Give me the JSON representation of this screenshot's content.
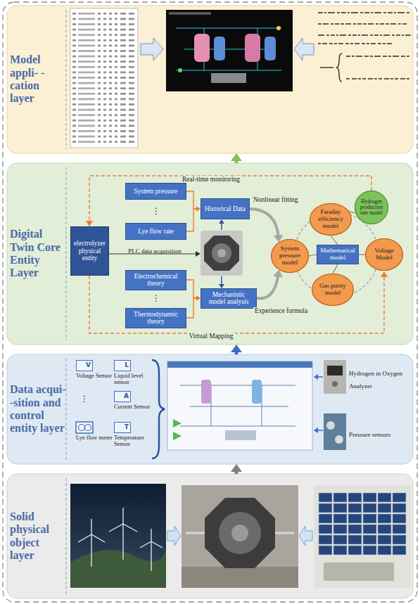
{
  "diagram": {
    "nodes": [
      {
        "text": [
          "Model appli- -cation layer"
        ]
      },
      {
        "text": [
          "Digital Twin Core Entity Layer"
        ]
      },
      {
        "text": [
          "System pressure"
        ],
        "in": 1
      },
      {
        "text": [
          "Lye flow rate"
        ],
        "in": 1
      },
      {
        "text": [
          "Historical Data"
        ],
        "in": 1
      },
      {
        "text": [
          "electrolyzer physical entity"
        ],
        "in": 1
      },
      {
        "text": [
          "Electrochemical theory"
        ],
        "in": 1
      },
      {
        "text": [
          "Thermodynamic theory"
        ],
        "in": 1
      },
      {
        "text": [
          "Mechanistic model analysis"
        ],
        "in": 1
      },
      {
        "text": [
          "Faraday efficiency model"
        ],
        "in": 1
      },
      {
        "text": [
          "Hydrogen production rate model"
        ],
        "in": 1
      },
      {
        "text": [
          "System pressure model"
        ],
        "in": 1
      },
      {
        "text": [
          "Mathematical model"
        ],
        "in": 1
      },
      {
        "text": [
          "Voltage Model"
        ],
        "in": 1
      },
      {
        "text": [
          "Gas purity model"
        ],
        "in": 1
      },
      {
        "text": [
          "Data acqui- -sition and control entity layer"
        ]
      },
      {
        "text": [
          "V",
          "Voltage Sensor"
        ],
        "in": 15
      },
      {
        "text": [
          "L",
          "Liquid level sensor"
        ],
        "in": 15
      },
      {
        "text": [
          "A",
          "Current Sensor"
        ],
        "in": 15
      },
      {
        "text": [
          "Lye flow meter"
        ],
        "in": 15
      },
      {
        "text": [
          "T",
          "Temperature Sensor"
        ],
        "in": 15
      },
      {
        "text": [
          "Solid physical object layer"
        ]
      }
    ],
    "edges": [
      {
        "from": 21,
        "to": 15,
        "arrow": "to"
      },
      {
        "from": 15,
        "to": 1,
        "arrow": "to"
      },
      {
        "from": 1,
        "to": 0,
        "arrow": "to"
      },
      {
        "from": 2,
        "to": 4,
        "arrow": "to"
      },
      {
        "from": 3,
        "to": 4,
        "arrow": "to"
      },
      {
        "from": 6,
        "to": 8,
        "arrow": "to"
      },
      {
        "from": 7,
        "to": 8,
        "arrow": "to"
      },
      {
        "from": 4,
        "to": 11,
        "label": "Nonlinear fitting",
        "arrow": "to"
      },
      {
        "from": 8,
        "to": 11,
        "label": "Experience formula",
        "arrow": "to"
      },
      {
        "from": 12,
        "to": 9,
        "arrow": "none"
      },
      {
        "from": 12,
        "to": 11,
        "arrow": "none"
      },
      {
        "from": 12,
        "to": 13,
        "arrow": "none"
      },
      {
        "from": 12,
        "to": 14,
        "arrow": "none"
      },
      {
        "from": 9,
        "to": 10,
        "arrow": "none"
      }
    ],
    "labels": [
      "Real-time monitoring",
      "⋮",
      "PLC data acquisition",
      "⋮",
      "Virtual Mapping",
      "⋮",
      "Hydrogen in Oxygen Analyzer",
      "Pressure sensors"
    ]
  }
}
